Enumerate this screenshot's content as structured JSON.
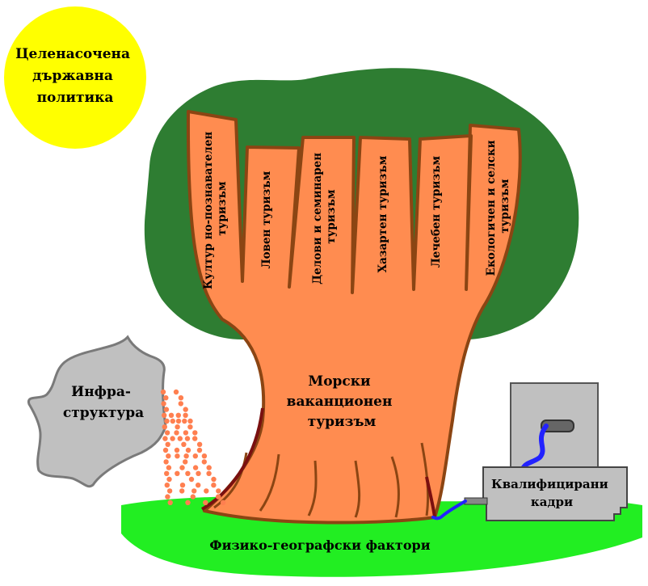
{
  "sun": {
    "lines": [
      "Целенасочена",
      "държавна",
      "политика"
    ],
    "color": "#ffff00"
  },
  "branches": [
    {
      "line1": "Култур но-познавателен",
      "line2": "туризъм"
    },
    {
      "line1": "Ловен туризъм",
      "line2": ""
    },
    {
      "line1": "Делови и семинарен",
      "line2": "туризъм"
    },
    {
      "line1": "Хазартен туризъм",
      "line2": ""
    },
    {
      "line1": "Лечебен туризъм",
      "line2": ""
    },
    {
      "line1": "Екологичен и селски",
      "line2": "туризъм"
    }
  ],
  "trunk": {
    "lines": [
      "Морски",
      "ваканционен",
      "туризъм"
    ]
  },
  "bag": {
    "lines": [
      "Инфра-",
      "структура"
    ]
  },
  "machine": {
    "lines": [
      "Квалифицирани",
      "кадри"
    ]
  },
  "ground": {
    "label": "Физико-географски фактори"
  },
  "colors": {
    "canopy": "#2e7d32",
    "trunk": "#ff8c50",
    "trunk_outline": "#8b4513",
    "grass": "#22ee22",
    "bag": "#c0c0c0",
    "dots": "#ff7f50",
    "water": "#2222ff"
  }
}
